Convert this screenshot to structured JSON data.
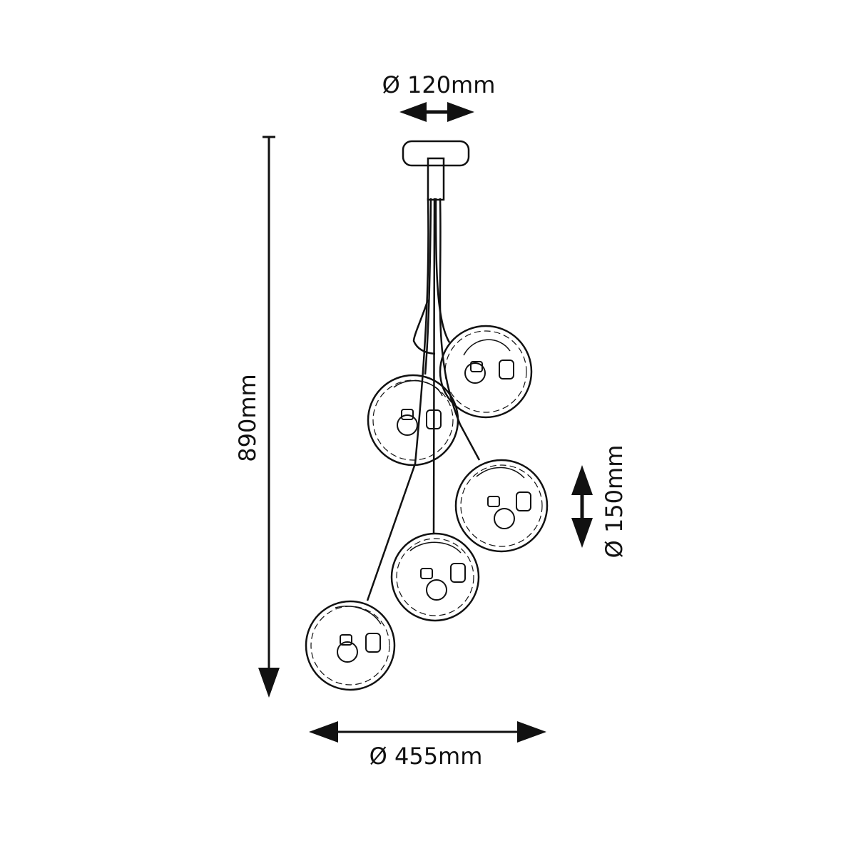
{
  "dimensions": {
    "canopy_diameter": "Ø 120mm",
    "total_height": "890mm",
    "globe_diameter": "Ø 150mm",
    "overall_width": "Ø 455mm"
  },
  "colors": {
    "ink": "#111111",
    "background": "#ffffff"
  }
}
